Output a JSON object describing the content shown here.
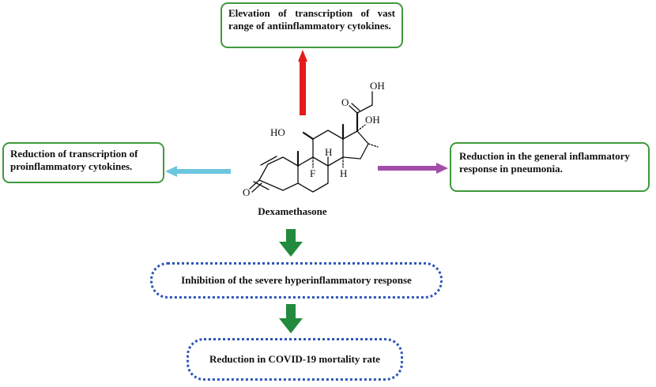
{
  "boxes": {
    "top": "Elevation of transcription of vast range of antiinflammatory cytokines.",
    "left": "Reduction of transcription of proinflammatory cytokines.",
    "right": "Reduction in the general inflammatory response in pneumonia.",
    "middle": "Inhibition of the severe hyperinflammatory response",
    "bottom": "Reduction in COVID-19 mortality rate"
  },
  "molecule": {
    "name": "Dexamethasone",
    "labels": {
      "ho": "HO",
      "oh_top": "OH",
      "oh_17": "OH",
      "h_8": "H",
      "h_14": "H",
      "f": "F",
      "o_ketone": "O",
      "o_3": "O"
    }
  },
  "colors": {
    "arrow_up": "#e21b1b",
    "arrow_left": "#6cc6de",
    "arrow_right": "#a24ea8",
    "arrow_down": "#218a3c",
    "box_border_solid": "#3f9a3c",
    "box_border_dotted": "#2d56b8"
  }
}
